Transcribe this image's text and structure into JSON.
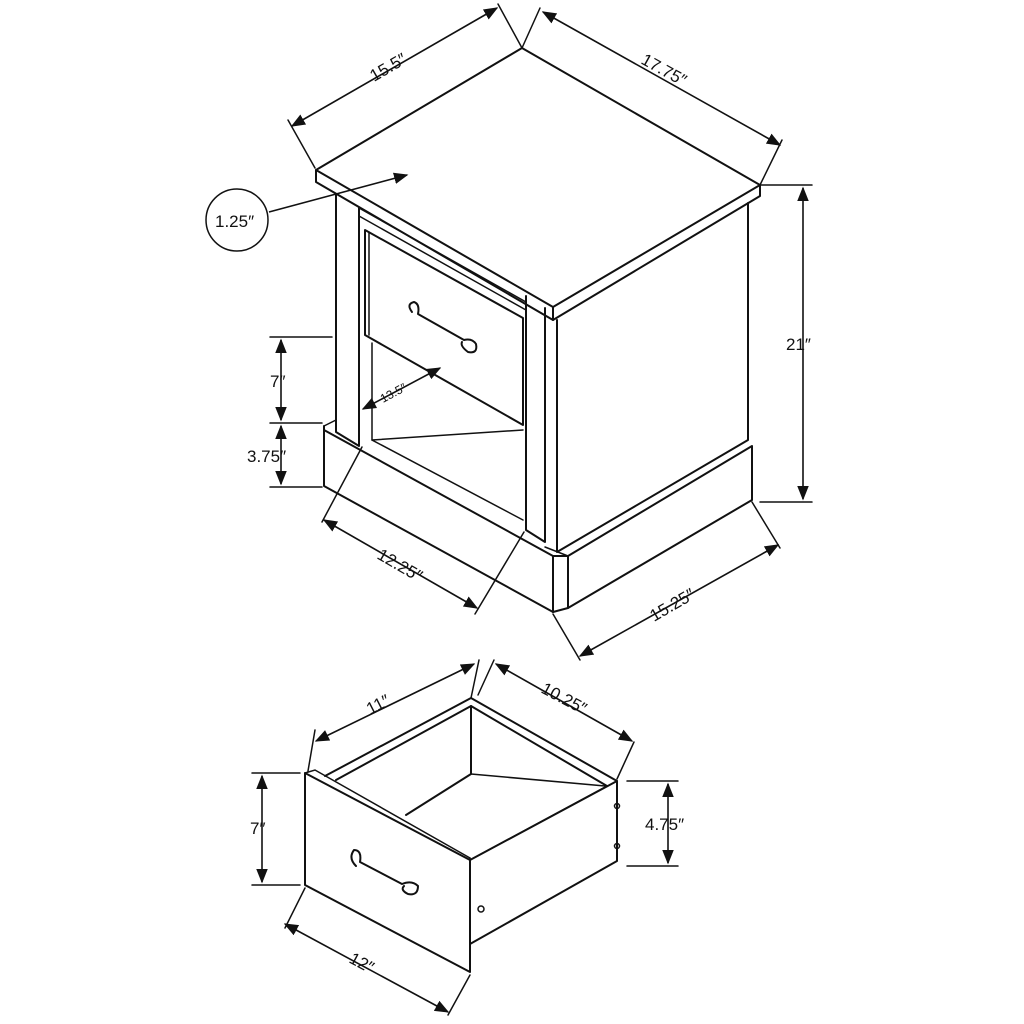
{
  "furniture": {
    "top_width": "15.5″",
    "top_depth": "17.75″",
    "top_thickness": "1.25″",
    "total_height": "21″",
    "shelf_opening_height": "7″",
    "base_height": "3.75″",
    "shelf_depth": "13.5″",
    "base_front_width": "12.25″",
    "base_side_depth": "15.25″"
  },
  "drawer": {
    "drawer_width": "11″",
    "drawer_depth": "10.25″",
    "front_height": "7″",
    "box_height": "4.75″",
    "front_width": "12″"
  }
}
